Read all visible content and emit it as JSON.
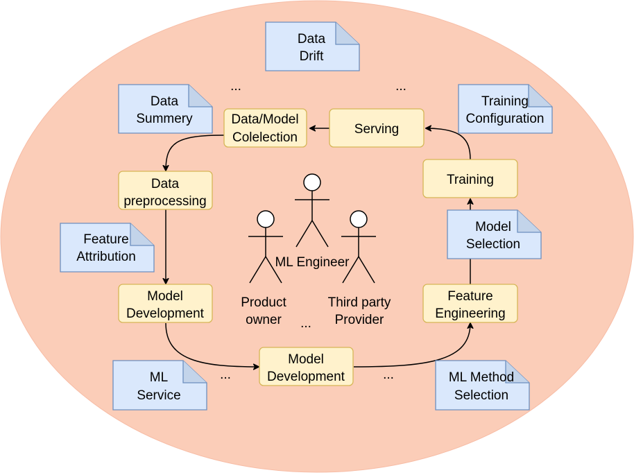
{
  "palette": {
    "background_ellipse": "#fbcdb8",
    "process_fill": "#fff2cc",
    "process_stroke": "#d6b656",
    "note_fill": "#dae8fc",
    "note_stroke": "#6c8ebf"
  },
  "processes": {
    "collection": [
      "Data/Model",
      "Colelection"
    ],
    "serving": [
      "Serving"
    ],
    "training": [
      "Training"
    ],
    "preprocessing": [
      "Data",
      "preprocessing"
    ],
    "model_dev_left": [
      "Model",
      "Development"
    ],
    "model_dev_bottom": [
      "Model",
      "Development"
    ],
    "feature_eng": [
      "Feature",
      "Engineering"
    ]
  },
  "notes": {
    "data_drift": [
      "Data",
      "Drift"
    ],
    "data_summery": [
      "Data",
      "Summery"
    ],
    "training_config": [
      "Training",
      "Configuration"
    ],
    "feature_attribution": [
      "Feature",
      "Attribution"
    ],
    "model_selection": [
      "Model",
      "Selection"
    ],
    "ml_service": [
      "ML",
      "Service"
    ],
    "ml_method_selection": [
      "ML Method",
      "Selection"
    ]
  },
  "actors": {
    "product_owner": [
      "Product",
      "owner"
    ],
    "ml_engineer": [
      "ML Engineer"
    ],
    "third_party": [
      "Third party",
      "Provider"
    ]
  },
  "ellipses": {
    "top_left": "...",
    "top_right": "...",
    "center": "...",
    "bottom_left": "...",
    "bottom_right": "..."
  }
}
